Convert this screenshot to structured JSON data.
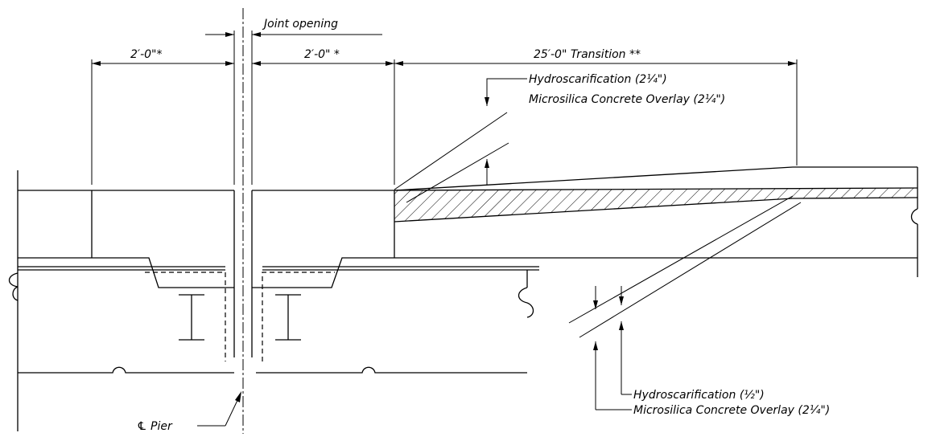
{
  "colors": {
    "ink": "#000000",
    "paper": "#ffffff"
  },
  "labels": {
    "joint_opening": "Joint opening",
    "dim_left": "2′-0\"*",
    "dim_mid": "2′-0\" *",
    "dim_transition": "25′-0\" Transition **",
    "top_hydro": "Hydroscarification (2¼\")",
    "top_overlay": "Microsilica Concrete Overlay (2¼\")",
    "bottom_hydro": "Hydroscarification (½\")",
    "bottom_overlay": "Microsilica Concrete Overlay (2¼\")",
    "pier": "℄ Pier"
  }
}
